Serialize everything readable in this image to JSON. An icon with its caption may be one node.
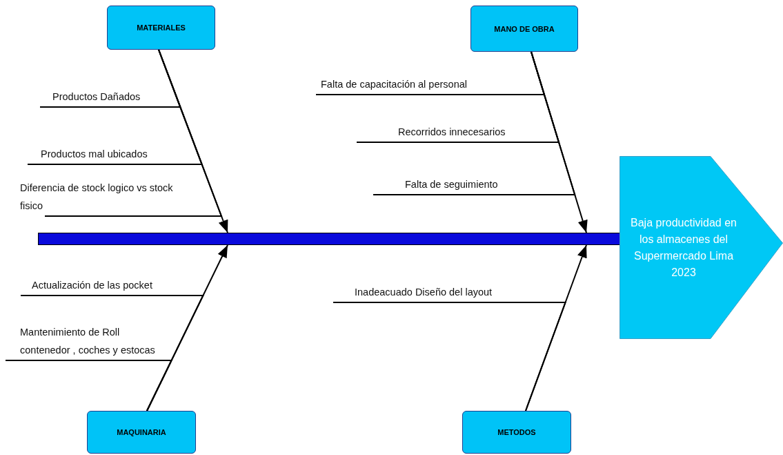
{
  "diagram": {
    "nodes": [
      {
        "text": [
          "MATERIALES"
        ]
      },
      {
        "text": [
          "MANO DE OBRA"
        ]
      },
      {
        "text": [
          "Productos Dañados"
        ]
      },
      {
        "text": [
          "Falta de capacitación al personal"
        ]
      },
      {
        "text": [
          "Recorridos innecesarios"
        ]
      },
      {
        "text": [
          "Productos mal ubicados"
        ]
      },
      {
        "text": [
          "Falta de seguimiento"
        ]
      },
      {
        "text": [
          "Diferencia de stock logico vs stock fisico"
        ]
      },
      {
        "text": [],
        "shape": "bar"
      },
      {
        "text": [
          "Baja productividad en los almacenes del Supermercado Lima 2023"
        ]
      },
      {
        "text": [
          "Actualización de las pocket"
        ]
      },
      {
        "text": [
          "Inadeacuado Diseño del layout"
        ]
      },
      {
        "text": [
          "Mantenimiento de Roll contenedor , coches y estocas"
        ]
      },
      {
        "text": [
          "MAQUINARIA"
        ]
      },
      {
        "text": [
          "METODOS"
        ]
      }
    ],
    "edges": [
      {
        "from": 0,
        "to": 8,
        "arrow": "to"
      },
      {
        "from": 1,
        "to": 8,
        "arrow": "to"
      },
      {
        "from": 13,
        "to": 8,
        "arrow": "to"
      },
      {
        "from": 14,
        "to": 8,
        "arrow": "to"
      },
      {
        "from": 2,
        "to": 0,
        "arrow": "none"
      },
      {
        "from": 5,
        "to": 0,
        "arrow": "none"
      },
      {
        "from": 7,
        "to": 0,
        "arrow": "none"
      },
      {
        "from": 3,
        "to": 1,
        "arrow": "none"
      },
      {
        "from": 4,
        "to": 1,
        "arrow": "none"
      },
      {
        "from": 6,
        "to": 1,
        "arrow": "none"
      },
      {
        "from": 10,
        "to": 13,
        "arrow": "none"
      },
      {
        "from": 12,
        "to": 13,
        "arrow": "none"
      },
      {
        "from": 11,
        "to": 14,
        "arrow": "none"
      }
    ]
  }
}
